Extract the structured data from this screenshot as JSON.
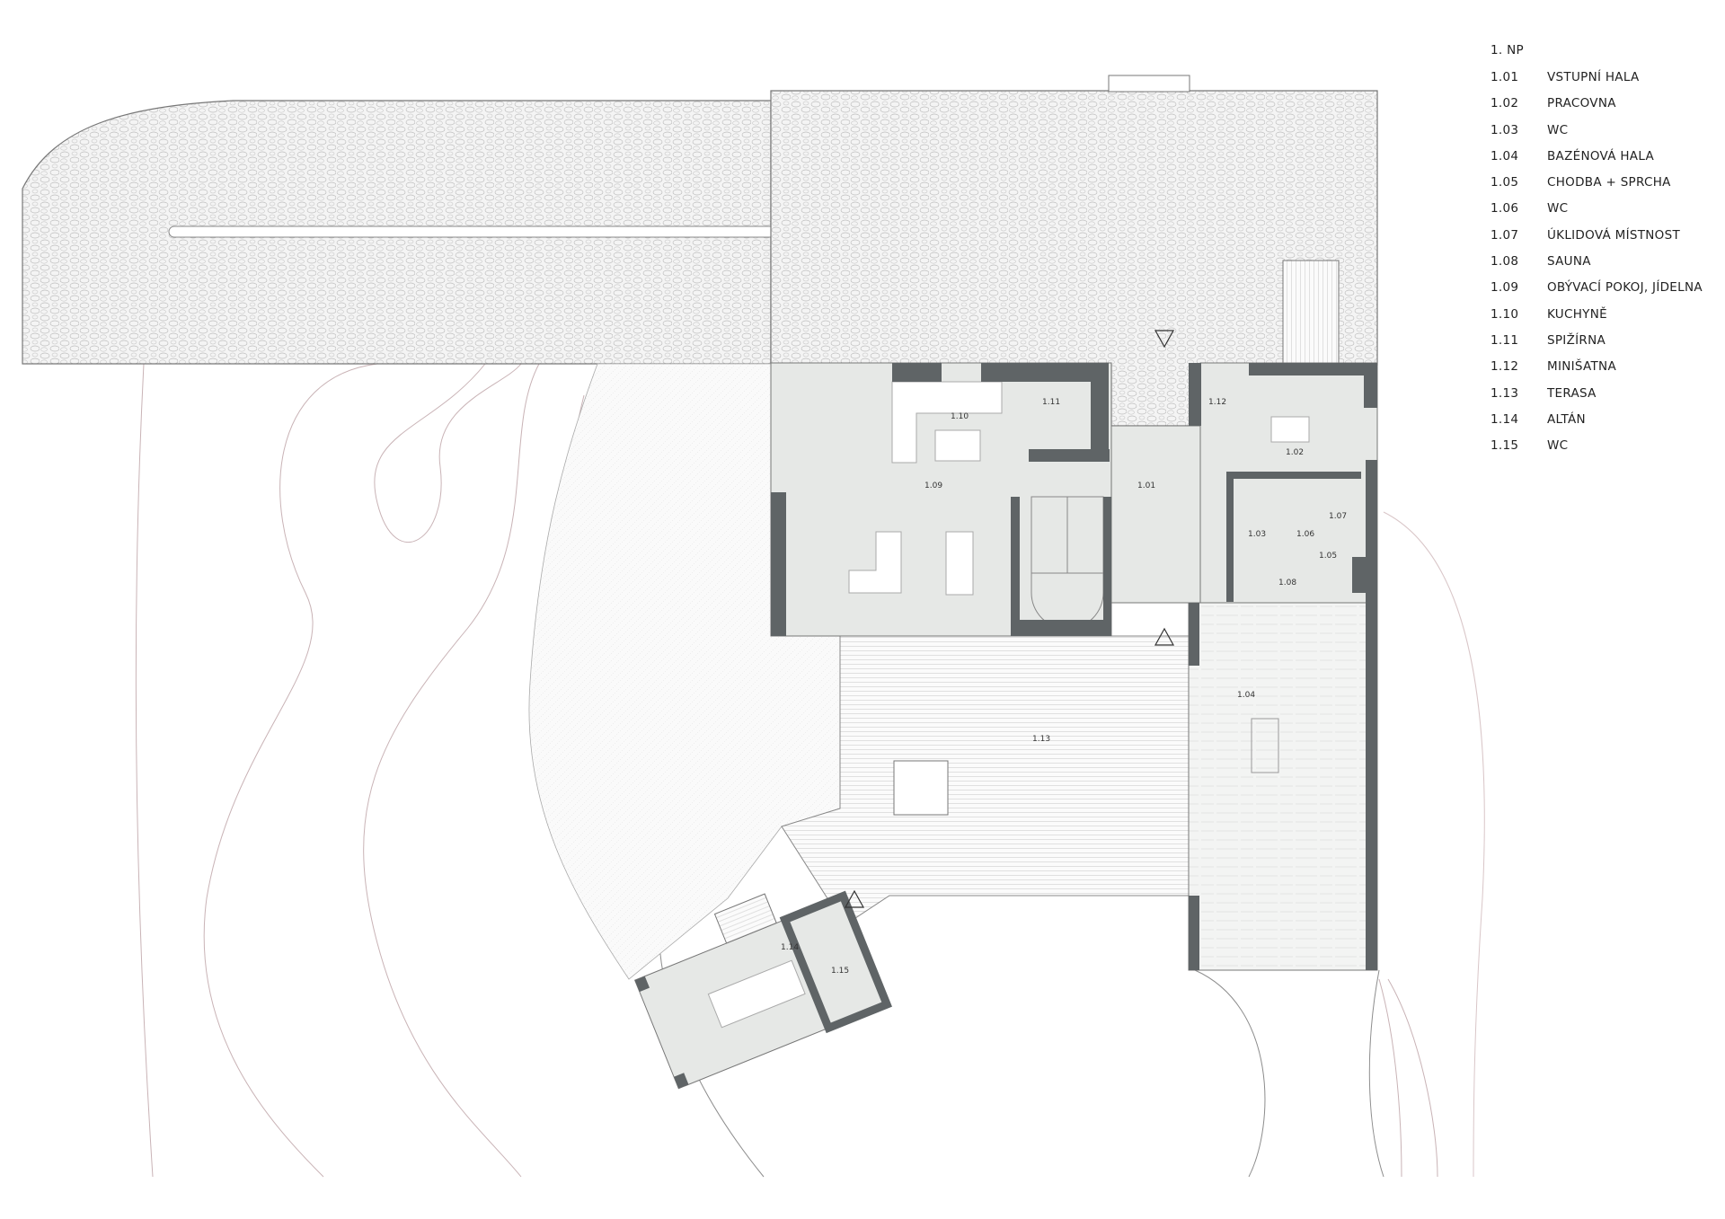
{
  "legend": {
    "title": "1. NP",
    "items": [
      {
        "num": "1.01",
        "label": "VSTUPNÍ HALA"
      },
      {
        "num": "1.02",
        "label": "PRACOVNA"
      },
      {
        "num": "1.03",
        "label": "WC"
      },
      {
        "num": "1.04",
        "label": "BAZÉNOVÁ HALA"
      },
      {
        "num": "1.05",
        "label": "CHODBA + SPRCHA"
      },
      {
        "num": "1.06",
        "label": "WC"
      },
      {
        "num": "1.07",
        "label": "ÚKLIDOVÁ MÍSTNOST"
      },
      {
        "num": "1.08",
        "label": "SAUNA"
      },
      {
        "num": "1.09",
        "label": "OBÝVACÍ POKOJ, JÍDELNA"
      },
      {
        "num": "1.10",
        "label": "KUCHYNĚ"
      },
      {
        "num": "1.11",
        "label": "SPIŽÍRNA"
      },
      {
        "num": "1.12",
        "label": "MINIŠATNA"
      },
      {
        "num": "1.13",
        "label": "TERASA"
      },
      {
        "num": "1.14",
        "label": "ALTÁN"
      },
      {
        "num": "1.15",
        "label": "WC"
      }
    ]
  },
  "rooms": {
    "r101": "1.01",
    "r102": "1.02",
    "r103": "1.03",
    "r104": "1.04",
    "r105": "1.05",
    "r106": "1.06",
    "r107": "1.07",
    "r108": "1.08",
    "r109": "1.09",
    "r110": "1.10",
    "r111": "1.11",
    "r112": "1.12",
    "r113": "1.13",
    "r114": "1.14",
    "r115": "1.15"
  },
  "colors": {
    "wall": "#5f6466",
    "floor": "#e6e8e6",
    "contour": "#c9b3b6",
    "line": "#9a9a9a"
  }
}
